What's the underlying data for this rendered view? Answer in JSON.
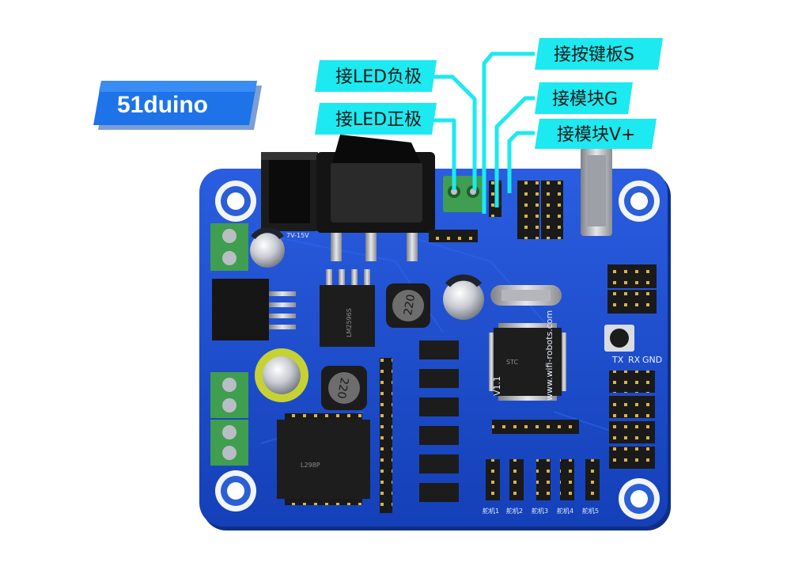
{
  "brand": {
    "label": "51duino"
  },
  "callouts": {
    "led_negative": "接LED负极",
    "led_positive": "接LED正极",
    "keypad_s": "接按键板S",
    "module_g": "接模块G",
    "module_vplus": "接模块V+"
  },
  "board": {
    "silkscreen": {
      "url": "www.wifi-robots.com",
      "version": "V1.1",
      "vin": "7V-15V",
      "tx": "TX",
      "rx": "RX",
      "gnd": "GND",
      "inductor_upper": "220",
      "inductor_lower": "220",
      "servo_1": "舵机1",
      "servo_2": "舵机2",
      "servo_3": "舵机3",
      "servo_4": "舵机4",
      "servo_5": "舵机5"
    },
    "colors": {
      "pcb": "#1747c7",
      "callout_accent": "#1de9f0",
      "brand_tag": "#1e73e8",
      "terminal_green": "#3f9e4f"
    }
  }
}
